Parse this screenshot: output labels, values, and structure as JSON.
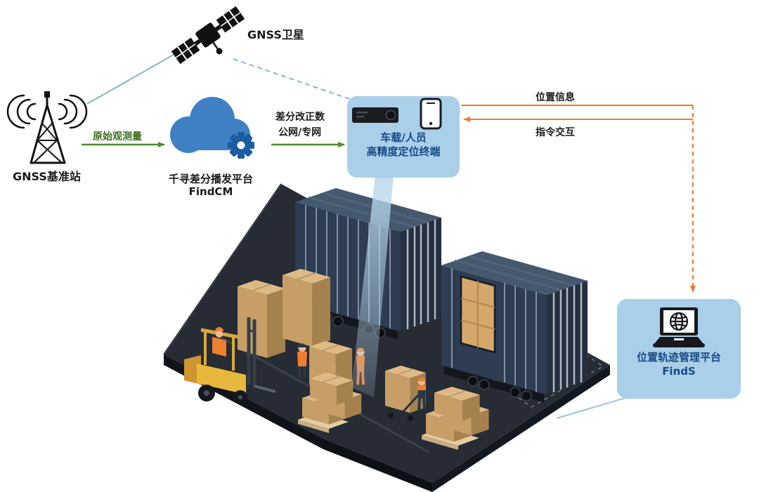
{
  "colors": {
    "bubble-blue": "#a9cfe9",
    "label-navy": "#174a86",
    "accent-orange": "#ee7c2f",
    "accent-green": "#4e8c37",
    "raw-obs-green": "#3d7020",
    "accent-teal": "#84b7c9",
    "cloud-blue": "#3f80c4",
    "gear-blue": "#1c5ca3",
    "container-navy": "#2e3d52",
    "platform-dark": "#262b34",
    "box-tan": "#d4ab75",
    "forklift-yellow": "#e8b83d"
  },
  "satellite": {
    "label": "GNSS卫星"
  },
  "base_station": {
    "label": "GNSS基准站"
  },
  "cloud_platform": {
    "name": "千寻差分播发平台",
    "product": "FindCM"
  },
  "links": {
    "raw_observation": "原始观测量",
    "correction_line1": "差分改正数",
    "correction_line2": "公网/专网",
    "position_info": "位置信息",
    "command_interaction": "指令交互"
  },
  "terminal": {
    "line1": "车载/人员",
    "line2": "高精度定位终端"
  },
  "management_platform": {
    "name": "位置轨迹管理平台",
    "product": "FindS"
  }
}
